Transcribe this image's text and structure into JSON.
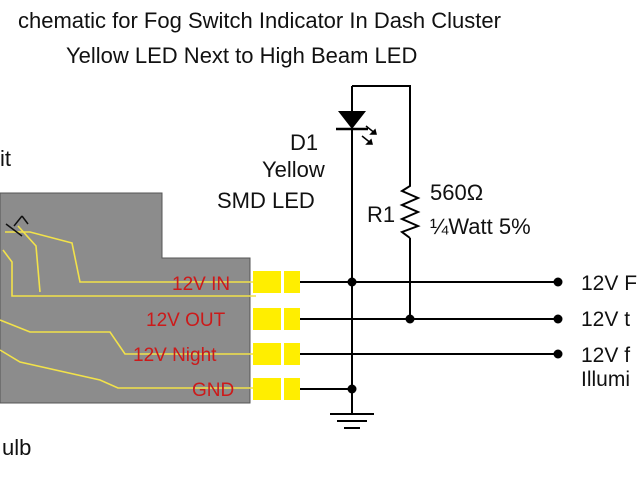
{
  "title": {
    "line1": "chematic for Fog Switch Indicator In Dash Cluster",
    "line2": "Yellow LED Next to High Beam LED"
  },
  "switch": {
    "partial_label_it": "it",
    "partial_label_bulb": "ulb",
    "pins": [
      "12V IN",
      "12V OUT",
      "12V Night",
      "GND"
    ]
  },
  "led": {
    "ref": "D1",
    "line2": "Yellow",
    "line3": "SMD  LED"
  },
  "resistor": {
    "ref": "R1",
    "value": "560Ω",
    "rating": "¼Watt 5%"
  },
  "outputs": [
    "12V F",
    "12V t",
    "12V f",
    "Illumi"
  ],
  "colors": {
    "switch_body": "#8c8c8c",
    "pin_pad": "#ffee00",
    "pin_text": "#cc1a1a",
    "wire": "#000000",
    "internal_trace": "#f2e24a"
  }
}
